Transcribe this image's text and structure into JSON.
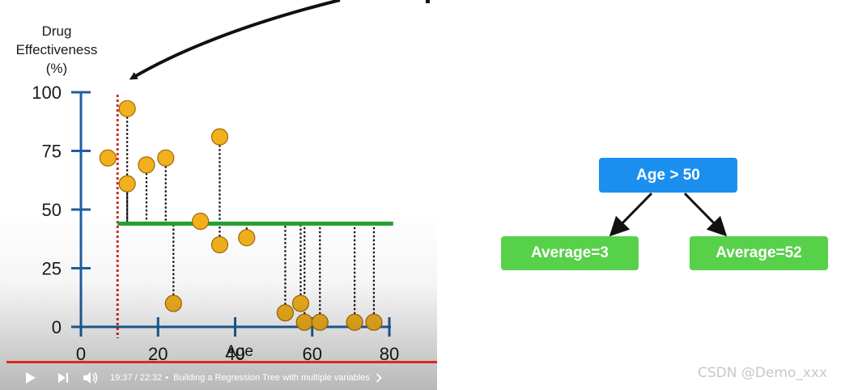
{
  "video": {
    "time_text": "19:37 / 22:32",
    "title": "Building a Regression Tree with multiple variables",
    "progress_fraction": 0.87,
    "progress_color": "#e02424"
  },
  "chart_data": {
    "type": "scatter",
    "ylabel_lines": [
      "Drug",
      "Effectiveness",
      "(%)"
    ],
    "xlabel": "Age",
    "x_ticks": [
      0,
      20,
      40,
      60,
      80
    ],
    "y_ticks": [
      0,
      25,
      50,
      75,
      100
    ],
    "xlim": [
      0,
      80
    ],
    "ylim": [
      0,
      100
    ],
    "points": [
      {
        "x": 7,
        "y": 72
      },
      {
        "x": 12,
        "y": 93
      },
      {
        "x": 12,
        "y": 61
      },
      {
        "x": 17,
        "y": 69
      },
      {
        "x": 22,
        "y": 72
      },
      {
        "x": 24,
        "y": 10
      },
      {
        "x": 31,
        "y": 45
      },
      {
        "x": 36,
        "y": 81
      },
      {
        "x": 36,
        "y": 35
      },
      {
        "x": 43,
        "y": 38
      },
      {
        "x": 53,
        "y": 6
      },
      {
        "x": 57,
        "y": 10
      },
      {
        "x": 58,
        "y": 2
      },
      {
        "x": 62,
        "y": 2
      },
      {
        "x": 71,
        "y": 2
      },
      {
        "x": 76,
        "y": 2
      }
    ],
    "split_x": 9.5,
    "mean_line": {
      "y": 44,
      "x_from": 9.5,
      "x_to": 81
    },
    "colors": {
      "axis": "#1f5f9e",
      "point_fill": "#f2b01e",
      "point_stroke": "#9c6a06",
      "split": "#d22b2b",
      "mean": "#22a02e",
      "residual": "#111111"
    }
  },
  "tree": {
    "root_label": "Age > 50",
    "left_label": "Average=3",
    "right_label": "Average=52",
    "root_color": "#1a8ff0",
    "leaf_color": "#57d04a"
  },
  "watermark": "CSDN @Demo_xxx"
}
